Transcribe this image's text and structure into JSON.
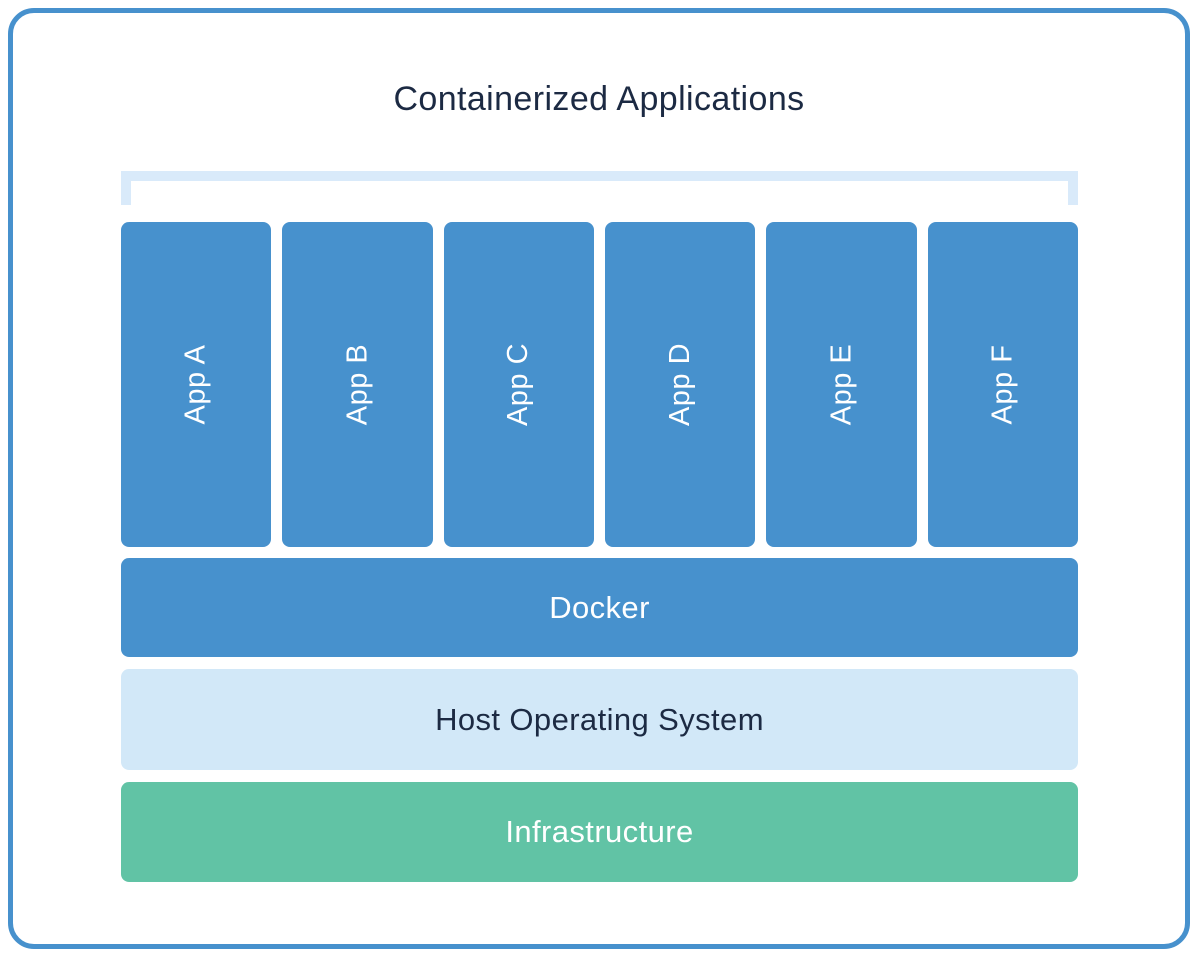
{
  "title": "Containerized Applications",
  "apps": [
    "App A",
    "App B",
    "App C",
    "App D",
    "App E",
    "App F"
  ],
  "layers": {
    "docker": "Docker",
    "host_os": "Host Operating System",
    "infrastructure": "Infrastructure"
  },
  "colors": {
    "accent-blue": "#4791cd",
    "light-blue": "#d2e8f8",
    "bracket-blue": "#d9eafa",
    "green": "#61c3a5",
    "navy": "#1c2a43",
    "white": "#ffffff"
  }
}
